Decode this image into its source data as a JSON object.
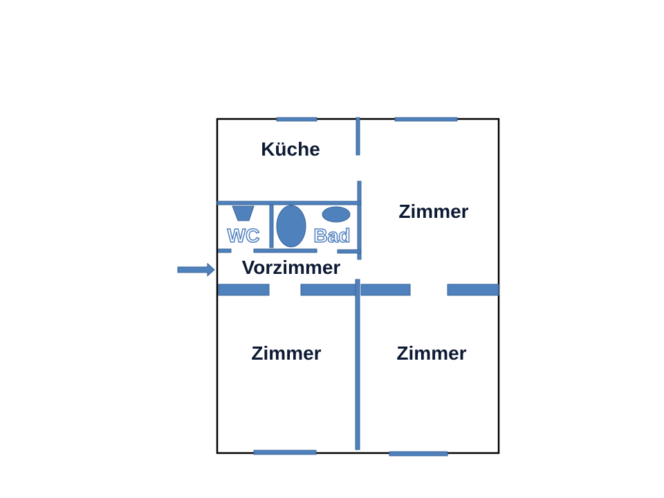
{
  "rooms": {
    "kitchen": "Küche",
    "room_top_right": "Zimmer",
    "wc": "WC",
    "bath": "Bad",
    "hall": "Vorzimmer",
    "room_bottom_left": "Zimmer",
    "room_bottom_right": "Zimmer"
  },
  "colors": {
    "wall": "#4f81bd",
    "outline": "#000000",
    "text": "#0d1a33"
  }
}
